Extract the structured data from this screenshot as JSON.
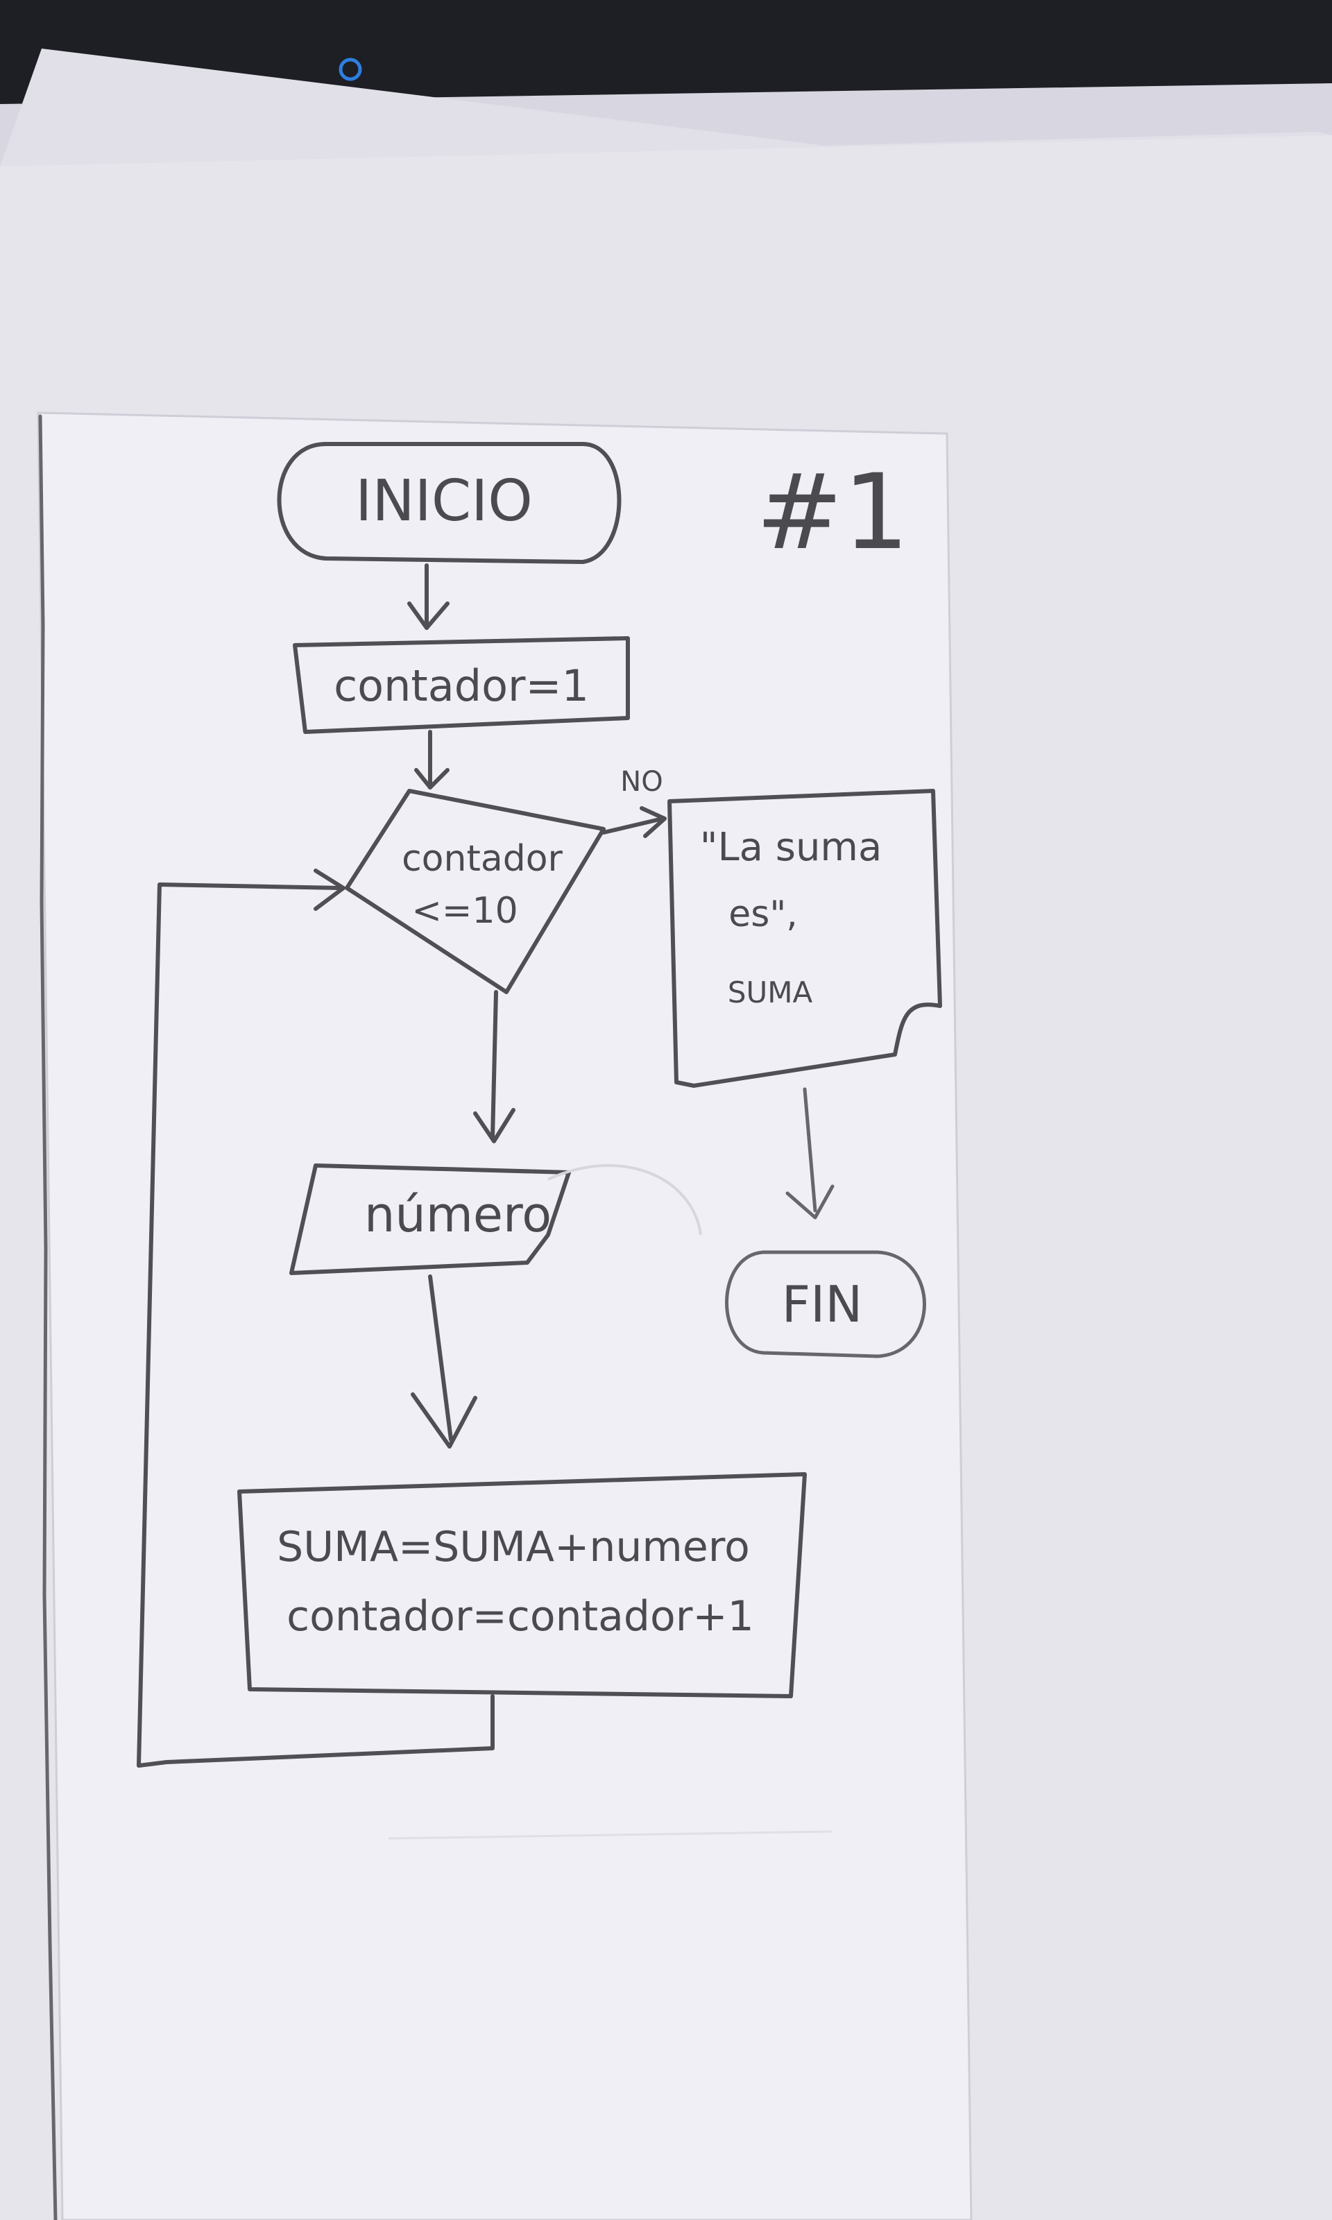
{
  "diagram": {
    "page_number": "#1",
    "nodes": {
      "start": "INICIO",
      "init": "contador=1",
      "decision_line1": "contador",
      "decision_line2": "<=10",
      "input": "número",
      "process_line1": "SUMA=SUMA+numero",
      "process_line2": "contador=contador+1",
      "output_line1": "\"La suma",
      "output_line2": "es\",",
      "output_line3": "SUMA",
      "end": "FIN"
    },
    "edge_labels": {
      "no_branch": "NO"
    }
  },
  "colors": {
    "paper": "#efeef4",
    "pencil": "#4f4f54",
    "background": "#d9d8e2",
    "device_edge": "#1e1f24",
    "power_led": "#2e7fe0"
  }
}
